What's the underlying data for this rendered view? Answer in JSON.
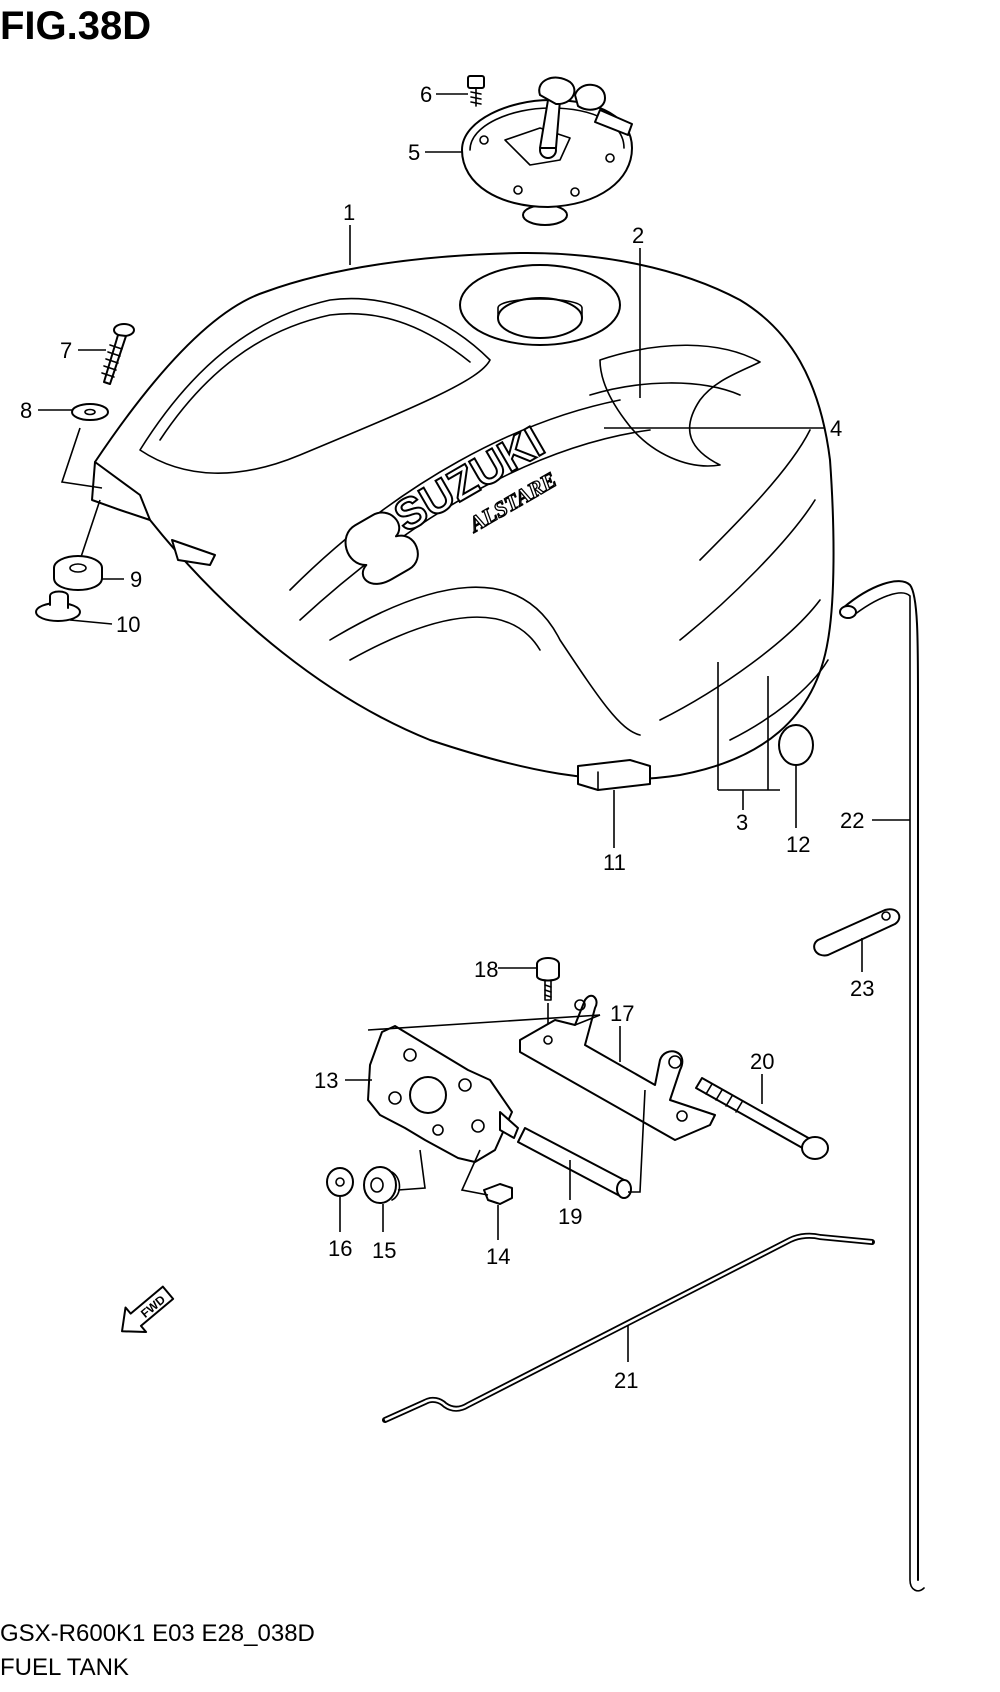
{
  "figure": {
    "title": "FIG.38D",
    "code": "GSX-R600K1 E03 E28_038D",
    "name": "FUEL TANK"
  },
  "tank_branding": {
    "logo_text": "SUZUKI",
    "sub_text": "ALSTARE"
  },
  "fwd_arrow_label": "FWD",
  "callouts": [
    "1",
    "2",
    "3",
    "4",
    "5",
    "6",
    "7",
    "8",
    "9",
    "10",
    "11",
    "12",
    "13",
    "14",
    "15",
    "16",
    "17",
    "18",
    "19",
    "20",
    "21",
    "22",
    "23"
  ]
}
